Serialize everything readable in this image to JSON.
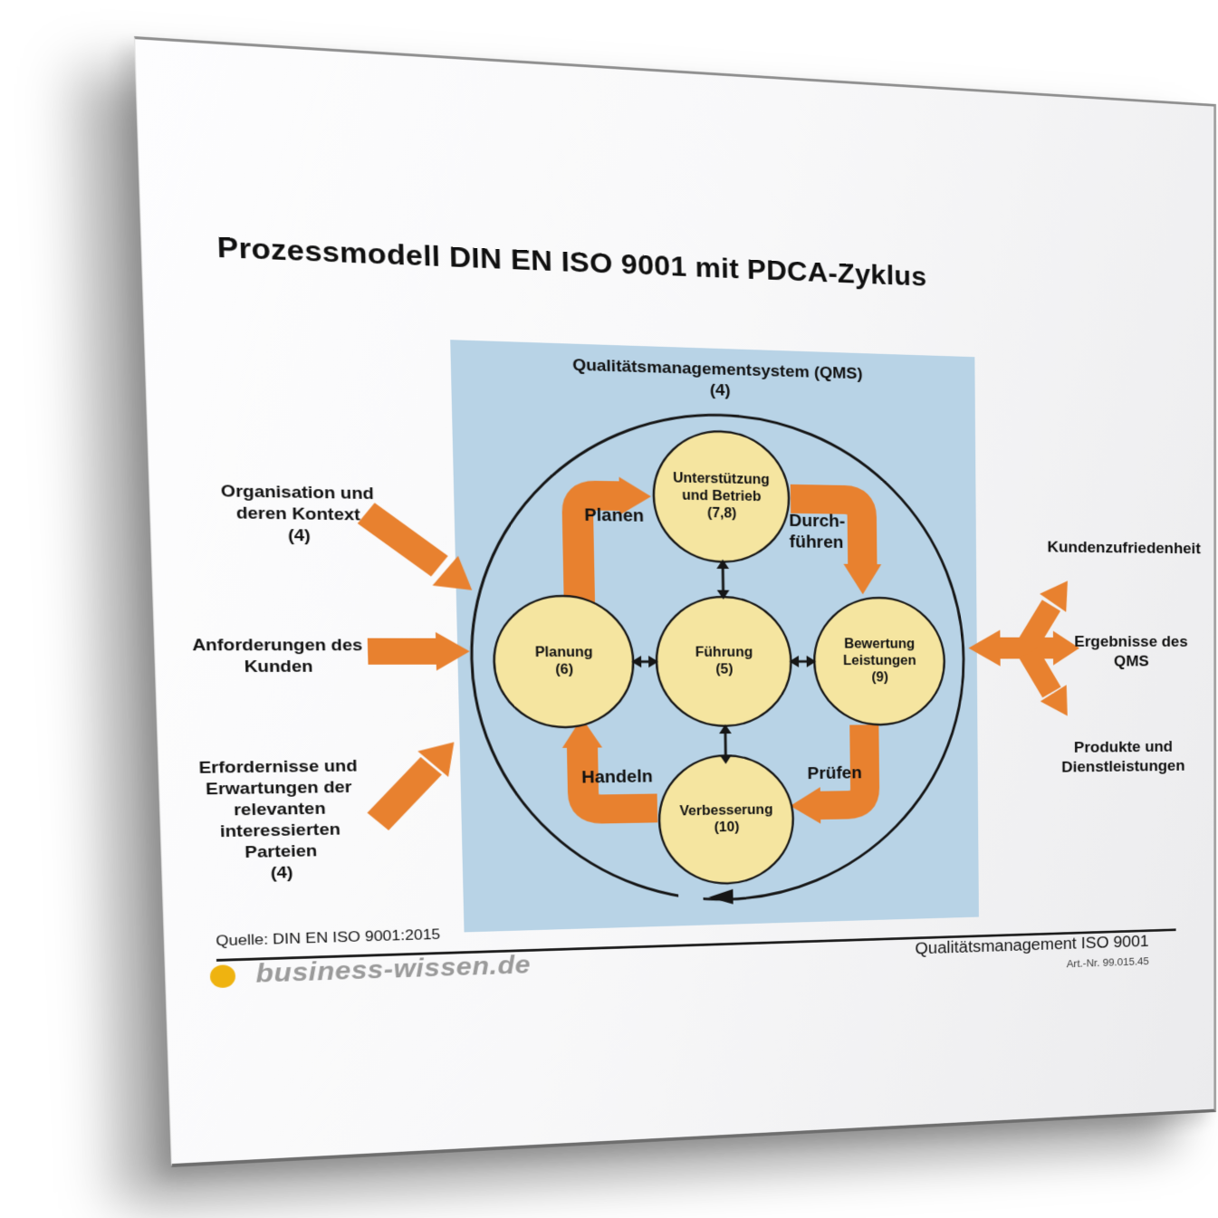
{
  "title": "Prozessmodell DIN EN ISO 9001 mit PDCA-Zyklus",
  "qms_box": {
    "title": "Qualitätsmanagementsystem (QMS)",
    "clause": "(4)"
  },
  "circles": {
    "top": {
      "name": "Unterstützung und Betrieb",
      "clause": "(7,8)"
    },
    "left": {
      "name": "Planung",
      "clause": "(6)"
    },
    "center": {
      "name": "Führung",
      "clause": "(5)"
    },
    "right": {
      "name": "Bewertung Leistungen",
      "clause": "(9)"
    },
    "bottom": {
      "name": "Verbesserung",
      "clause": "(10)"
    }
  },
  "pdca": {
    "plan": "Planen",
    "do_line1": "Durch-",
    "do_line2": "führen",
    "check": "Prüfen",
    "act": "Handeln"
  },
  "inputs": [
    {
      "label": "Organisation und deren Kontext",
      "clause": "(4)"
    },
    {
      "label": "Anforderungen des Kunden",
      "clause": ""
    },
    {
      "label": "Erfordernisse und Erwartungen der relevanten interessierten Parteien",
      "clause": "(4)"
    }
  ],
  "outputs": [
    "Kundenzufriedenheit",
    "Ergebnisse des QMS",
    "Produkte und Dienstleistungen"
  ],
  "footer": {
    "source": "Quelle: DIN EN ISO 9001:2015",
    "brand": "business-wissen.de",
    "product": "Qualitätsmanagement ISO 9001",
    "art_no": "Art.-Nr. 99.015.45"
  },
  "colors": {
    "panel_blue": "#B8D3E6",
    "circle_yellow": "#F5E5A0",
    "arrow_orange": "#E8812F",
    "brand_gold": "#EFB310",
    "brand_gray": "#9A9A9A"
  }
}
